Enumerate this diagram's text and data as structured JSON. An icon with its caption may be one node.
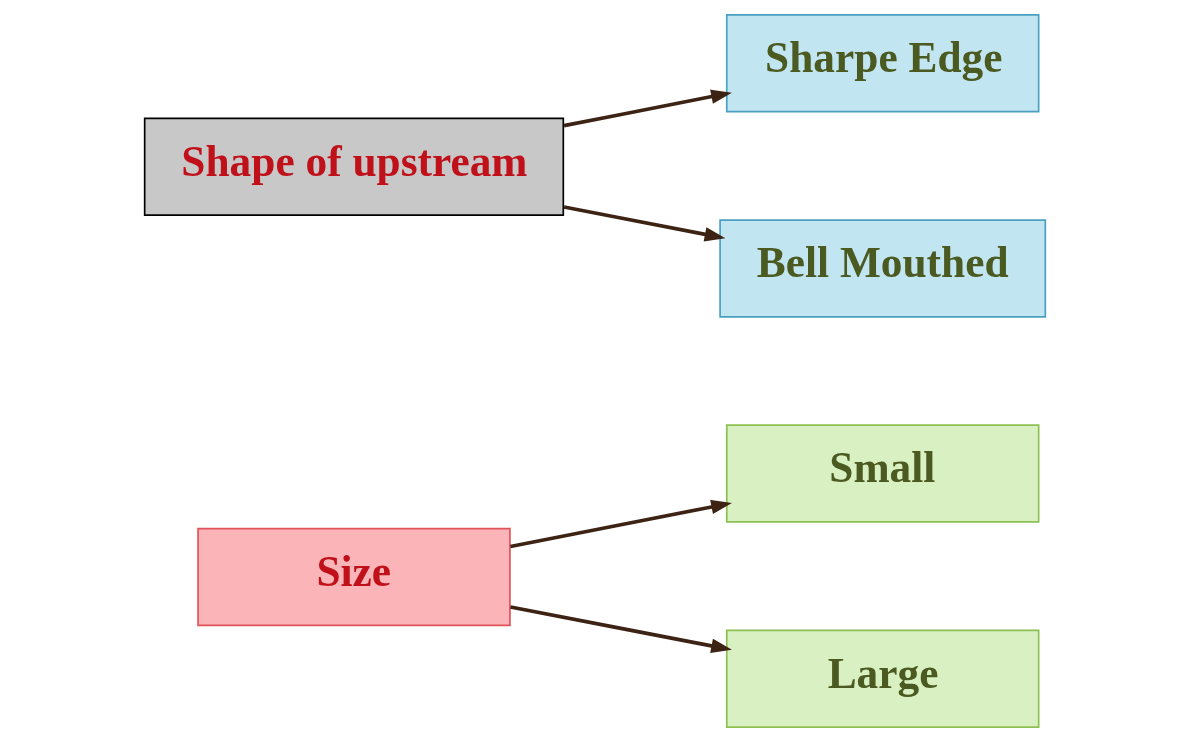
{
  "diagram": {
    "nodes": [
      {
        "text": [
          "Size"
        ]
      },
      {
        "text": [
          "Small"
        ]
      },
      {
        "text": [
          "Large"
        ]
      },
      {
        "text": [
          "Shape of upstream"
        ]
      },
      {
        "text": [
          "Sharpe Edge"
        ]
      },
      {
        "text": [
          "Bell Mouthed"
        ]
      }
    ],
    "edges": [
      {
        "from": 0,
        "to": 1,
        "arrow": "to"
      },
      {
        "from": 0,
        "to": 2,
        "arrow": "to"
      },
      {
        "from": 3,
        "to": 4,
        "arrow": "to"
      },
      {
        "from": 3,
        "to": 5,
        "arrow": "to"
      }
    ]
  }
}
